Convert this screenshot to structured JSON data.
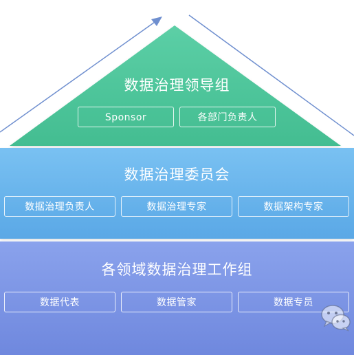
{
  "tiers": [
    {
      "title": "数据治理领导组",
      "roles": [
        "Sponsor",
        "各部门负责人"
      ]
    },
    {
      "title": "数据治理委员会",
      "roles": [
        "数据治理负责人",
        "数据治理专家",
        "数据架构专家"
      ]
    },
    {
      "title": "各领域数据治理工作组",
      "roles": [
        "数据代表",
        "数据管家",
        "数据专员"
      ]
    }
  ],
  "colors": {
    "top_tier": "#52c79e",
    "middle_tier": "#68b4ec",
    "bottom_tier": "#7d95e6",
    "arrow": "#6f8fcf"
  },
  "icons": [
    "wechat-icon"
  ]
}
